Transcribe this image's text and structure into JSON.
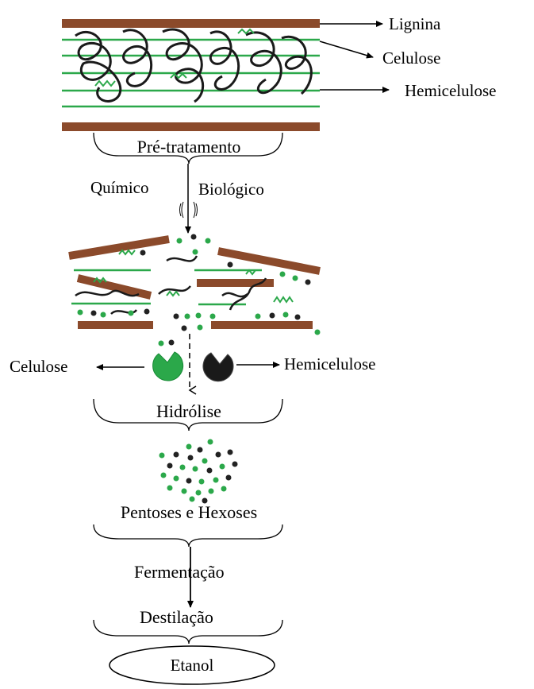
{
  "colors": {
    "lignin": "#8B4A2B",
    "cellulose": "#2BA84A",
    "dark": "#222222"
  },
  "labels": {
    "lignina": "Lignina",
    "celulose_top": "Celulose",
    "hemicelulose_top": "Hemicelulose",
    "pretratamento": "Pré-tratamento",
    "quimico": "Químico",
    "biologico": "Biológico",
    "celulose_enzyme": "Celulose",
    "hemicelulose_enzyme": "Hemicelulose",
    "hidrolise": "Hidrólise",
    "pentoses_hexoses": "Pentoses e Hexoses",
    "fermentacao": "Fermentação",
    "destilacao": "Destilação",
    "etanol": "Etanol"
  }
}
